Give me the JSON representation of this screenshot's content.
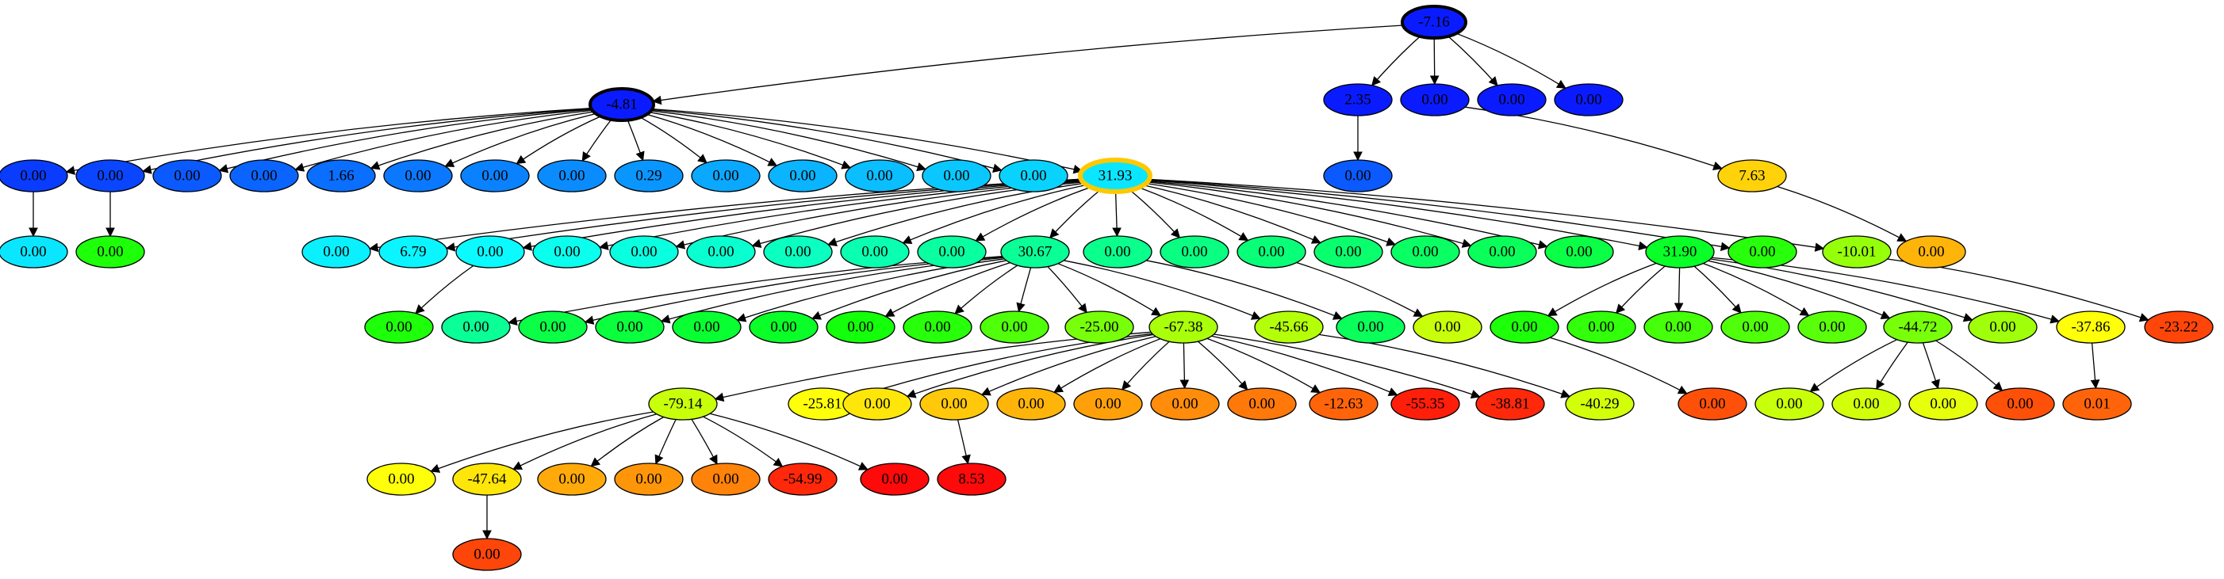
{
  "diagram": {
    "nodes": [
      {
        "id": "root",
        "label": "-7.16",
        "color": "#0a1cff",
        "highlight": "bold"
      },
      {
        "id": "n1",
        "label": "-4.81",
        "color": "#0a1cff",
        "highlight": "bold"
      },
      {
        "id": "n2",
        "label": "2.35",
        "color": "#0a1cff"
      },
      {
        "id": "n3",
        "label": "0.00",
        "color": "#0a1cff"
      },
      {
        "id": "n4",
        "label": "0.00",
        "color": "#0a1cff"
      },
      {
        "id": "n5",
        "label": "0.00",
        "color": "#0a1cff"
      },
      {
        "id": "a1",
        "label": "0.00",
        "color": "#0a3cff"
      },
      {
        "id": "a2",
        "label": "0.00",
        "color": "#0a46ff"
      },
      {
        "id": "a3",
        "label": "0.00",
        "color": "#0a5aff"
      },
      {
        "id": "a4",
        "label": "0.00",
        "color": "#0a64ff"
      },
      {
        "id": "a5",
        "label": "1.66",
        "color": "#0a6eff"
      },
      {
        "id": "a6",
        "label": "0.00",
        "color": "#0a78ff"
      },
      {
        "id": "a7",
        "label": "0.00",
        "color": "#0a82ff"
      },
      {
        "id": "a8",
        "label": "0.00",
        "color": "#0a8cff"
      },
      {
        "id": "a9",
        "label": "0.29",
        "color": "#0a96ff"
      },
      {
        "id": "a10",
        "label": "0.00",
        "color": "#0aa8ff"
      },
      {
        "id": "a11",
        "label": "0.00",
        "color": "#0ab4ff"
      },
      {
        "id": "a12",
        "label": "0.00",
        "color": "#0abeff"
      },
      {
        "id": "a13",
        "label": "0.00",
        "color": "#0ac8ff"
      },
      {
        "id": "a14",
        "label": "0.00",
        "color": "#0ad2ff"
      },
      {
        "id": "hub",
        "label": "31.93",
        "color": "#0ae6ff",
        "highlight": "gold"
      },
      {
        "id": "b2",
        "label": "0.00",
        "color": "#0a5aff"
      },
      {
        "id": "c1",
        "label": "7.63",
        "color": "#ffd20a"
      },
      {
        "id": "d1",
        "label": "0.00",
        "color": "#0ae6ff"
      },
      {
        "id": "d2",
        "label": "0.00",
        "color": "#1eff0a"
      },
      {
        "id": "e1",
        "label": "0.00",
        "color": "#0af0ff"
      },
      {
        "id": "e2",
        "label": "6.79",
        "color": "#0af5ff"
      },
      {
        "id": "e3",
        "label": "0.00",
        "color": "#0afaff"
      },
      {
        "id": "e4",
        "label": "0.00",
        "color": "#0affee"
      },
      {
        "id": "e5",
        "label": "0.00",
        "color": "#0affe0"
      },
      {
        "id": "e6",
        "label": "0.00",
        "color": "#0affd0"
      },
      {
        "id": "e7",
        "label": "0.00",
        "color": "#0affc0"
      },
      {
        "id": "e8",
        "label": "0.00",
        "color": "#0affb0"
      },
      {
        "id": "e9",
        "label": "0.00",
        "color": "#0affa0"
      },
      {
        "id": "e10",
        "label": "30.67",
        "color": "#0aff96"
      },
      {
        "id": "e11",
        "label": "0.00",
        "color": "#0aff8c"
      },
      {
        "id": "e12",
        "label": "0.00",
        "color": "#0aff82"
      },
      {
        "id": "e13",
        "label": "0.00",
        "color": "#0aff78"
      },
      {
        "id": "e14",
        "label": "0.00",
        "color": "#0aff6e"
      },
      {
        "id": "e15",
        "label": "0.00",
        "color": "#0aff64"
      },
      {
        "id": "e16",
        "label": "0.00",
        "color": "#0aff5a"
      },
      {
        "id": "e17",
        "label": "0.00",
        "color": "#0aff46"
      },
      {
        "id": "e18",
        "label": "31.90",
        "color": "#0aff28"
      },
      {
        "id": "e19",
        "label": "0.00",
        "color": "#28ff0a"
      },
      {
        "id": "e20",
        "label": "-10.01",
        "color": "#96ff0a"
      },
      {
        "id": "e21",
        "label": "0.00",
        "color": "#ffb40a"
      },
      {
        "id": "f1",
        "label": "0.00",
        "color": "#1eff0a"
      },
      {
        "id": "f2",
        "label": "0.00",
        "color": "#0aff96"
      },
      {
        "id": "f3",
        "label": "0.00",
        "color": "#0aff46"
      },
      {
        "id": "f4",
        "label": "0.00",
        "color": "#0aff3c"
      },
      {
        "id": "f5",
        "label": "0.00",
        "color": "#0aff32"
      },
      {
        "id": "f6",
        "label": "0.00",
        "color": "#0aff28"
      },
      {
        "id": "f7",
        "label": "0.00",
        "color": "#14ff0a"
      },
      {
        "id": "f8",
        "label": "0.00",
        "color": "#28ff0a"
      },
      {
        "id": "f9",
        "label": "0.00",
        "color": "#50ff0a"
      },
      {
        "id": "f10",
        "label": "-25.00",
        "color": "#78ff0a"
      },
      {
        "id": "f11",
        "label": "-67.38",
        "color": "#aaff0a"
      },
      {
        "id": "f12",
        "label": "-45.66",
        "color": "#b4ff0a"
      },
      {
        "id": "f13",
        "label": "0.00",
        "color": "#0aff5a"
      },
      {
        "id": "f14",
        "label": "0.00",
        "color": "#c8ff0a"
      },
      {
        "id": "f15",
        "label": "0.00",
        "color": "#1eff0a"
      },
      {
        "id": "f16",
        "label": "0.00",
        "color": "#32ff0a"
      },
      {
        "id": "f17",
        "label": "0.00",
        "color": "#46ff0a"
      },
      {
        "id": "f18",
        "label": "0.00",
        "color": "#50ff0a"
      },
      {
        "id": "f19",
        "label": "0.00",
        "color": "#5aff0a"
      },
      {
        "id": "f20",
        "label": "-44.72",
        "color": "#78ff0a"
      },
      {
        "id": "f21",
        "label": "0.00",
        "color": "#a0ff0a"
      },
      {
        "id": "f22",
        "label": "-37.86",
        "color": "#ffff0a"
      },
      {
        "id": "f23",
        "label": "-23.22",
        "color": "#ff460a"
      },
      {
        "id": "g1",
        "label": "-79.14",
        "color": "#c8ff0a"
      },
      {
        "id": "g2",
        "label": "-25.81",
        "color": "#ffff0a"
      },
      {
        "id": "g3",
        "label": "0.00",
        "color": "#ffe60a"
      },
      {
        "id": "g4",
        "label": "0.00",
        "color": "#ffc80a"
      },
      {
        "id": "g5",
        "label": "0.00",
        "color": "#ffb40a"
      },
      {
        "id": "g6",
        "label": "0.00",
        "color": "#ffa00a"
      },
      {
        "id": "g7",
        "label": "0.00",
        "color": "#ff8c0a"
      },
      {
        "id": "g8",
        "label": "0.00",
        "color": "#ff780a"
      },
      {
        "id": "g9",
        "label": "-12.63",
        "color": "#ff640a"
      },
      {
        "id": "g10",
        "label": "-55.35",
        "color": "#ff1e0a"
      },
      {
        "id": "g11",
        "label": "-38.81",
        "color": "#ff280a"
      },
      {
        "id": "g12",
        "label": "-40.29",
        "color": "#d2ff0a"
      },
      {
        "id": "g13",
        "label": "0.00",
        "color": "#ff500a"
      },
      {
        "id": "g14",
        "label": "0.00",
        "color": "#c8ff0a"
      },
      {
        "id": "g15",
        "label": "0.00",
        "color": "#d2ff0a"
      },
      {
        "id": "g16",
        "label": "0.00",
        "color": "#e6ff0a"
      },
      {
        "id": "g17",
        "label": "0.00",
        "color": "#ff500a"
      },
      {
        "id": "g18",
        "label": "0.01",
        "color": "#ff640a"
      },
      {
        "id": "h1",
        "label": "0.00",
        "color": "#ffff0a"
      },
      {
        "id": "h2",
        "label": "-47.64",
        "color": "#ffe60a"
      },
      {
        "id": "h3",
        "label": "0.00",
        "color": "#ffaa0a"
      },
      {
        "id": "h4",
        "label": "0.00",
        "color": "#ff960a"
      },
      {
        "id": "h5",
        "label": "0.00",
        "color": "#ff820a"
      },
      {
        "id": "h6",
        "label": "-54.99",
        "color": "#ff280a"
      },
      {
        "id": "h7",
        "label": "0.00",
        "color": "#ff0a0a"
      },
      {
        "id": "h8",
        "label": "8.53",
        "color": "#ff0a0a"
      },
      {
        "id": "i1",
        "label": "0.00",
        "color": "#ff460a"
      }
    ],
    "edges": [
      [
        "root",
        "n1"
      ],
      [
        "root",
        "n2"
      ],
      [
        "root",
        "n3"
      ],
      [
        "root",
        "n4"
      ],
      [
        "root",
        "n5"
      ],
      [
        "n1",
        "a1"
      ],
      [
        "n1",
        "a2"
      ],
      [
        "n1",
        "a3"
      ],
      [
        "n1",
        "a4"
      ],
      [
        "n1",
        "a5"
      ],
      [
        "n1",
        "a6"
      ],
      [
        "n1",
        "a7"
      ],
      [
        "n1",
        "a8"
      ],
      [
        "n1",
        "a9"
      ],
      [
        "n1",
        "a10"
      ],
      [
        "n1",
        "a11"
      ],
      [
        "n1",
        "a12"
      ],
      [
        "n1",
        "a13"
      ],
      [
        "n1",
        "a14"
      ],
      [
        "n1",
        "hub"
      ],
      [
        "n2",
        "b2"
      ],
      [
        "n3",
        "c1"
      ],
      [
        "c1",
        "e21"
      ],
      [
        "a1",
        "d1"
      ],
      [
        "a2",
        "d2"
      ],
      [
        "hub",
        "e1"
      ],
      [
        "hub",
        "e2"
      ],
      [
        "hub",
        "e3"
      ],
      [
        "hub",
        "e4"
      ],
      [
        "hub",
        "e5"
      ],
      [
        "hub",
        "e6"
      ],
      [
        "hub",
        "e7"
      ],
      [
        "hub",
        "e8"
      ],
      [
        "hub",
        "e9"
      ],
      [
        "hub",
        "e10"
      ],
      [
        "hub",
        "e11"
      ],
      [
        "hub",
        "e12"
      ],
      [
        "hub",
        "e13"
      ],
      [
        "hub",
        "e14"
      ],
      [
        "hub",
        "e15"
      ],
      [
        "hub",
        "e16"
      ],
      [
        "hub",
        "e17"
      ],
      [
        "hub",
        "e18"
      ],
      [
        "hub",
        "e19"
      ],
      [
        "hub",
        "e20"
      ],
      [
        "e3",
        "f1"
      ],
      [
        "e11",
        "f13"
      ],
      [
        "e13",
        "f14"
      ],
      [
        "e20",
        "f23"
      ],
      [
        "e10",
        "f2"
      ],
      [
        "e10",
        "f3"
      ],
      [
        "e10",
        "f4"
      ],
      [
        "e10",
        "f5"
      ],
      [
        "e10",
        "f6"
      ],
      [
        "e10",
        "f7"
      ],
      [
        "e10",
        "f8"
      ],
      [
        "e10",
        "f9"
      ],
      [
        "e10",
        "f10"
      ],
      [
        "e10",
        "f11"
      ],
      [
        "e10",
        "f12"
      ],
      [
        "e18",
        "f15"
      ],
      [
        "e18",
        "f16"
      ],
      [
        "e18",
        "f17"
      ],
      [
        "e18",
        "f18"
      ],
      [
        "e18",
        "f19"
      ],
      [
        "e18",
        "f20"
      ],
      [
        "e18",
        "f21"
      ],
      [
        "e18",
        "f22"
      ],
      [
        "f15",
        "g13"
      ],
      [
        "f12",
        "g12"
      ],
      [
        "f11",
        "g1"
      ],
      [
        "f11",
        "g2"
      ],
      [
        "f11",
        "g3"
      ],
      [
        "f11",
        "g4"
      ],
      [
        "f11",
        "g5"
      ],
      [
        "f11",
        "g6"
      ],
      [
        "f11",
        "g7"
      ],
      [
        "f11",
        "g8"
      ],
      [
        "f11",
        "g9"
      ],
      [
        "f11",
        "g10"
      ],
      [
        "f11",
        "g11"
      ],
      [
        "f20",
        "g14"
      ],
      [
        "f20",
        "g15"
      ],
      [
        "f20",
        "g16"
      ],
      [
        "f20",
        "g17"
      ],
      [
        "f22",
        "g18"
      ],
      [
        "g1",
        "h1"
      ],
      [
        "g1",
        "h2"
      ],
      [
        "g1",
        "h3"
      ],
      [
        "g1",
        "h4"
      ],
      [
        "g1",
        "h5"
      ],
      [
        "g1",
        "h6"
      ],
      [
        "g1",
        "h7"
      ],
      [
        "g4",
        "h8"
      ],
      [
        "h2",
        "i1"
      ]
    ]
  }
}
